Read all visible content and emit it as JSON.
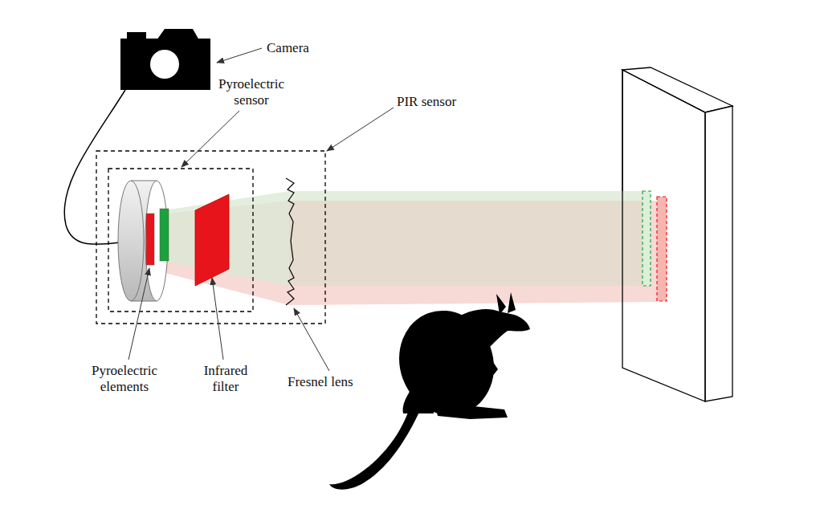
{
  "diagram": {
    "labels": [
      "Camera",
      "Pyroelectric sensor",
      "PIR sensor",
      "Pyroelectric elements",
      "Infrared filter",
      "Fresnel lens"
    ]
  }
}
